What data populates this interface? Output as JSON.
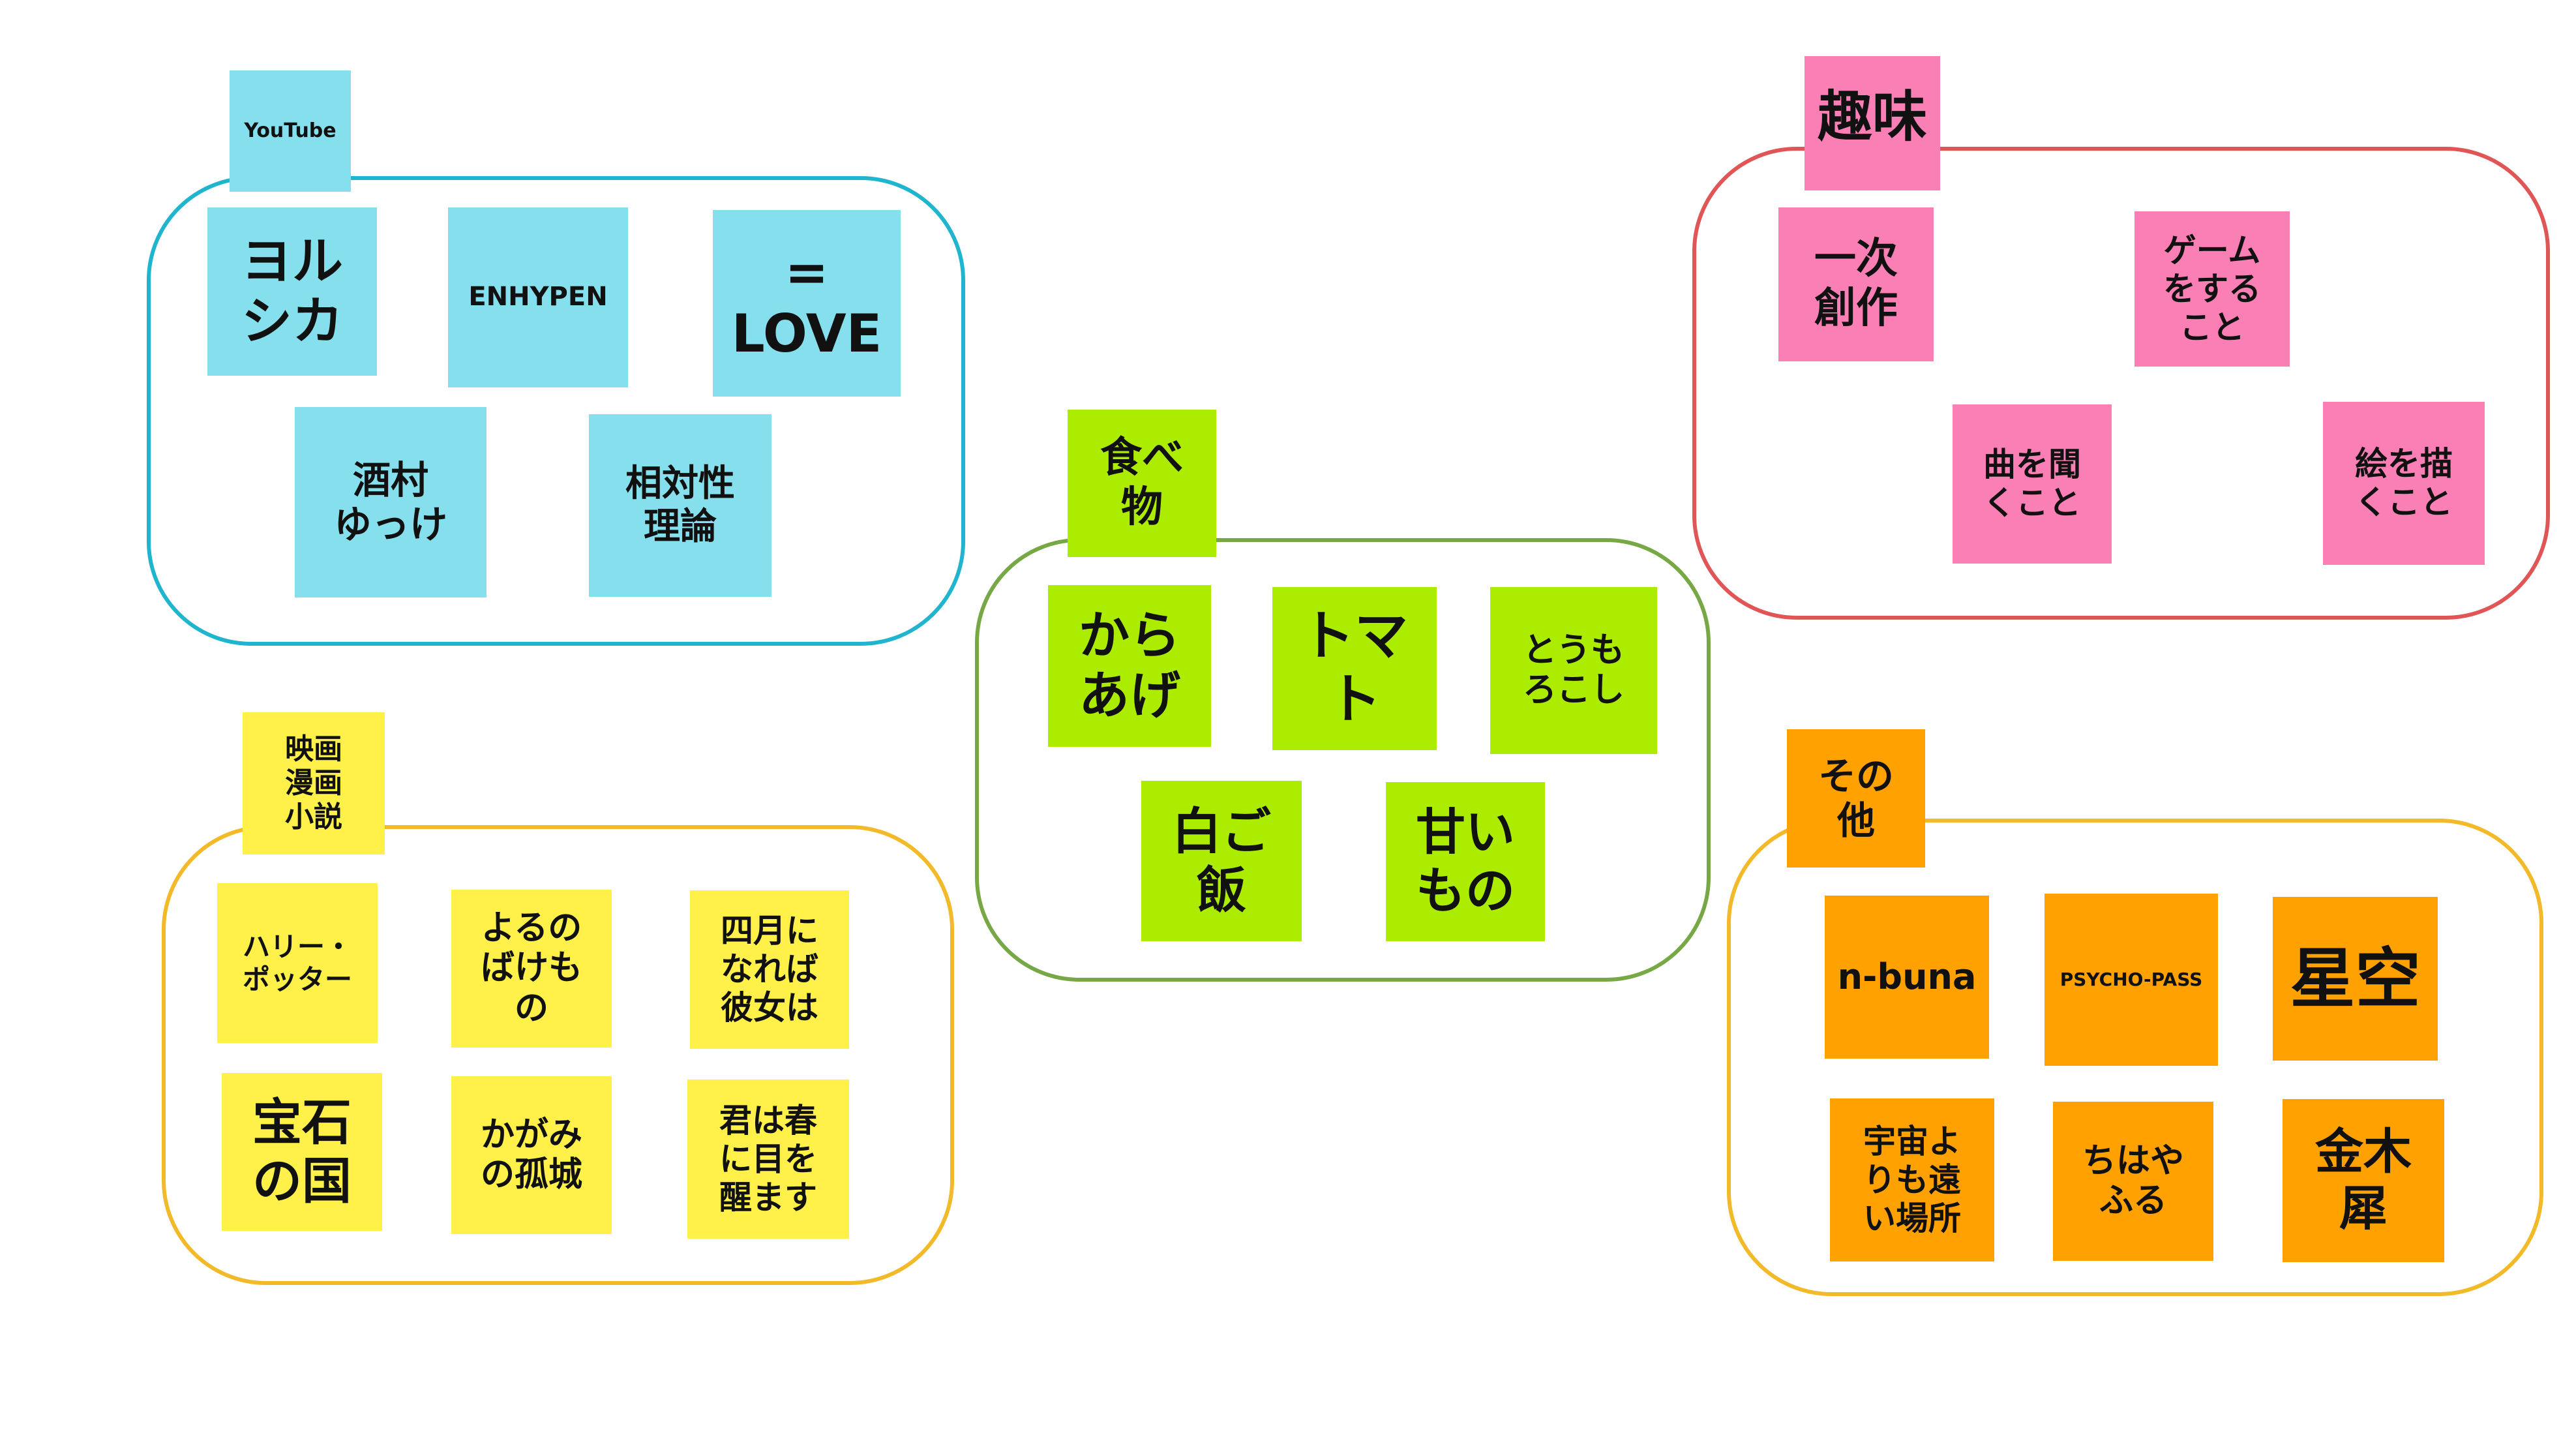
{
  "colors": {
    "blue_note": "#85dfec",
    "blue_border": "#1fb5cf",
    "pink_note": "#f97fb5",
    "pink_border": "#e05555",
    "green_note": "#acec00",
    "green_border": "#77a845",
    "yellow_note": "#fff04a",
    "yellow_border": "#f2b928",
    "orange_note": "#ffa201",
    "orange_border": "#f2b928"
  },
  "groups": {
    "youtube": {
      "title": "YouTube",
      "notes": [
        "ヨル\nシカ",
        "ENHYPEN",
        "=\nLOVE",
        "酒村\nゆっけ",
        "相対性\n理論"
      ]
    },
    "hobby": {
      "title": "趣味",
      "notes": [
        "一次\n創作",
        "ゲーム\nをする\nこと",
        "曲を聞\nくこと",
        "絵を描\nくこと"
      ]
    },
    "food": {
      "title": "食べ\n物",
      "notes": [
        "から\nあげ",
        "トマ\nト",
        "とうも\nろこし",
        "白ご\n飯",
        "甘い\nもの"
      ]
    },
    "media": {
      "title": "映画\n漫画\n小説",
      "notes": [
        "ハリー・\nポッター",
        "よるの\nばけも\nの",
        "四月に\nなれば\n彼女は",
        "宝石\nの国",
        "かがみ\nの孤城",
        "君は春\nに目を\n醒ます"
      ]
    },
    "other": {
      "title": "その\n他",
      "notes": [
        "n-buna",
        "PSYCHO-PASS",
        "星空",
        "宇宙よ\nりも遠\nい場所",
        "ちはや\nふる",
        "金木\n犀"
      ]
    }
  }
}
